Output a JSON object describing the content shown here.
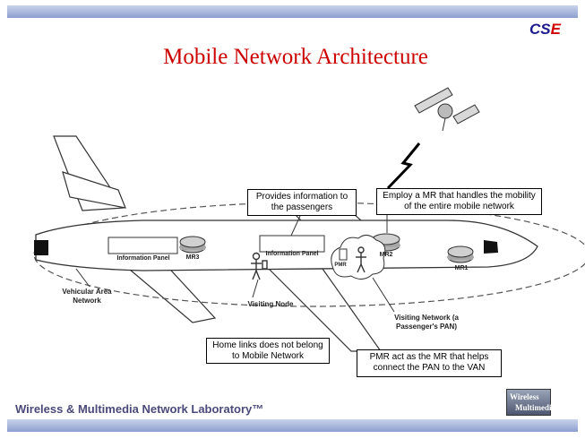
{
  "slide": {
    "title": "Mobile Network Architecture",
    "logo_text": "CS",
    "logo_accent": "E",
    "footer": "Wireless & Multimedia Network Laboratory™",
    "footer_logo_line1": "Wireless",
    "footer_logo_line2": "Multimedia"
  },
  "diagram": {
    "labels": {
      "info_panel_left": "Information Panel",
      "info_panel_center": "Information Panel",
      "mr3": "MR3",
      "mr2": "MR2",
      "mr1": "MR1",
      "pmr": "PMR",
      "van": "Vehicular Area Network",
      "visiting_node": "Visiting Node",
      "visiting_network": "Visiting Network (a Passenger's PAN)"
    },
    "callouts": {
      "provides_info": "Provides information to the passengers",
      "employ_mr": "Employ a MR that handles the mobility of the entire mobile network",
      "home_links": "Home links does not belong to Mobile Network",
      "pmr_act": "PMR act as the MR that helps connect the PAN to the VAN"
    }
  },
  "colors": {
    "title": "#cc0000",
    "bar": "#a9b6dd",
    "footer_text": "#4a4a7a"
  }
}
